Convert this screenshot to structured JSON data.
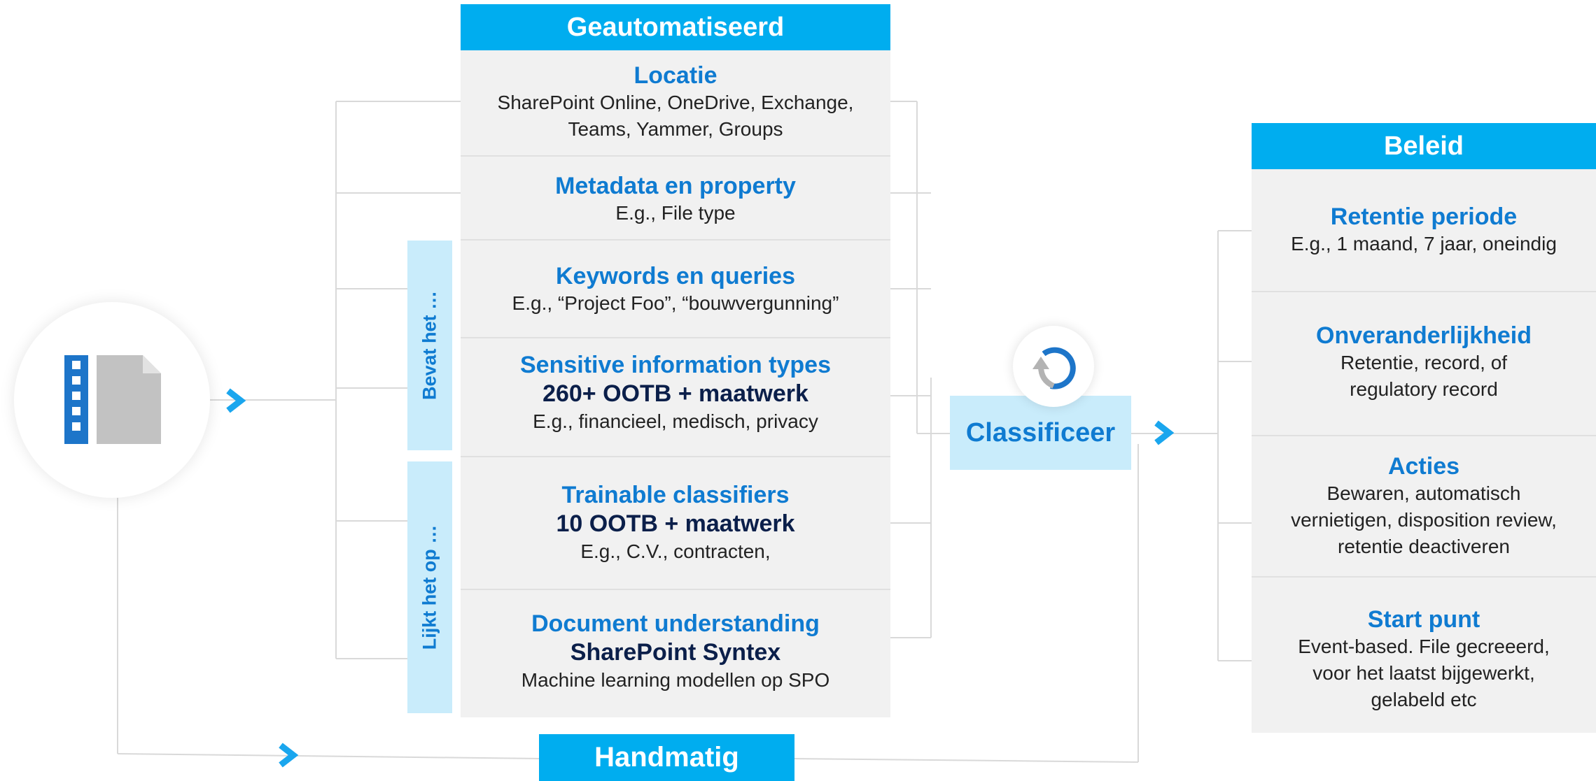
{
  "automated": {
    "header": "Geautomatiseerd",
    "items": [
      {
        "title": "Locatie",
        "lines": [
          "SharePoint Online, OneDrive, Exchange,",
          "Teams, Yammer, Groups"
        ]
      },
      {
        "title": "Metadata en property",
        "lines": [
          "E.g., File type"
        ]
      },
      {
        "title": "Keywords en queries",
        "lines": [
          "E.g., “Project Foo”, “bouwvergunning”"
        ]
      },
      {
        "title": "Sensitive information types",
        "subtitle": "260+ OOTB + maatwerk",
        "lines": [
          "E.g., financieel, medisch, privacy"
        ]
      },
      {
        "title": "Trainable classifiers",
        "subtitle": "10 OOTB + maatwerk",
        "lines": [
          "E.g., C.V., contracten,"
        ]
      },
      {
        "title": "Document understanding",
        "subtitle": "SharePoint Syntex",
        "lines": [
          "Machine learning modellen op SPO"
        ]
      }
    ],
    "side_tabs": [
      "Bevat het …",
      "Lijkt het op …"
    ]
  },
  "classify": {
    "label": "Classificeer",
    "icon": "refresh-cycle-icon"
  },
  "manual": {
    "label": "Handmatig"
  },
  "policy": {
    "header": "Beleid",
    "items": [
      {
        "title": "Retentie periode",
        "lines": [
          "E.g., 1 maand, 7 jaar, oneindig"
        ]
      },
      {
        "title": "Onveranderlijkheid",
        "lines": [
          "Retentie, record, of",
          "regulatory record"
        ]
      },
      {
        "title": "Acties",
        "lines": [
          "Bewaren, automatisch",
          "vernietigen, disposition review,",
          "retentie deactiveren"
        ]
      },
      {
        "title": "Start punt",
        "lines": [
          "Event-based. File gecreeerd,",
          "voor het laatst bijgewerkt,",
          "gelabeld etc"
        ]
      }
    ]
  },
  "icons": {
    "source": "document-file-icon",
    "arrow": "chevron-right-icon"
  },
  "colors": {
    "accent": "#00adef",
    "title_blue": "#0f7bd1",
    "dark_navy": "#0b1f4a",
    "panel_gray": "#f1f1f1",
    "tab_light": "#c9ecfb"
  }
}
